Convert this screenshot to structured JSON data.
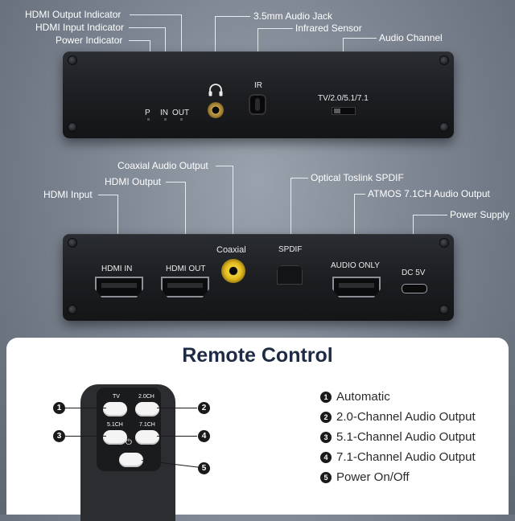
{
  "top_callouts": {
    "hdmi_output_indicator": "HDMI Output Indicator",
    "hdmi_input_indicator": "HDMI Input Indicator",
    "power_indicator": "Power Indicator",
    "audio_jack": "3.5mm Audio Jack",
    "infrared_sensor": "Infrared Sensor",
    "audio_channel": "Audio Channel"
  },
  "front_panel": {
    "p": "P",
    "in": "IN",
    "out": "OUT",
    "ir": "IR",
    "channel_switch": "TV/2.0/5.1/7.1"
  },
  "middle_callouts": {
    "coaxial_audio_output": "Coaxial Audio Output",
    "hdmi_output": "HDMI Output",
    "hdmi_input": "HDMI Input",
    "optical_spdif": "Optical Toslink SPDIF",
    "atmos_output": "ATMOS 7.1CH Audio Output",
    "power_supply": "Power Supply"
  },
  "rear_panel": {
    "hdmi_in": "HDMI IN",
    "hdmi_out": "HDMI OUT",
    "coaxial": "Coaxial",
    "spdif": "SPDIF",
    "audio_only": "AUDIO ONLY",
    "dc": "DC 5V"
  },
  "remote": {
    "title": "Remote Control",
    "buttons": {
      "tv": "TV",
      "ch20": "2.0CH",
      "ch51": "5.1CH",
      "ch71": "7.1CH",
      "power": "⏻"
    },
    "numbers": [
      "1",
      "2",
      "3",
      "4",
      "5"
    ],
    "legend": [
      {
        "num": "1",
        "text": "Automatic"
      },
      {
        "num": "2",
        "text": "2.0-Channel Audio Output"
      },
      {
        "num": "3",
        "text": "5.1-Channel Audio Output"
      },
      {
        "num": "4",
        "text": "7.1-Channel Audio Output"
      },
      {
        "num": "5",
        "text": "Power On/Off"
      }
    ]
  }
}
